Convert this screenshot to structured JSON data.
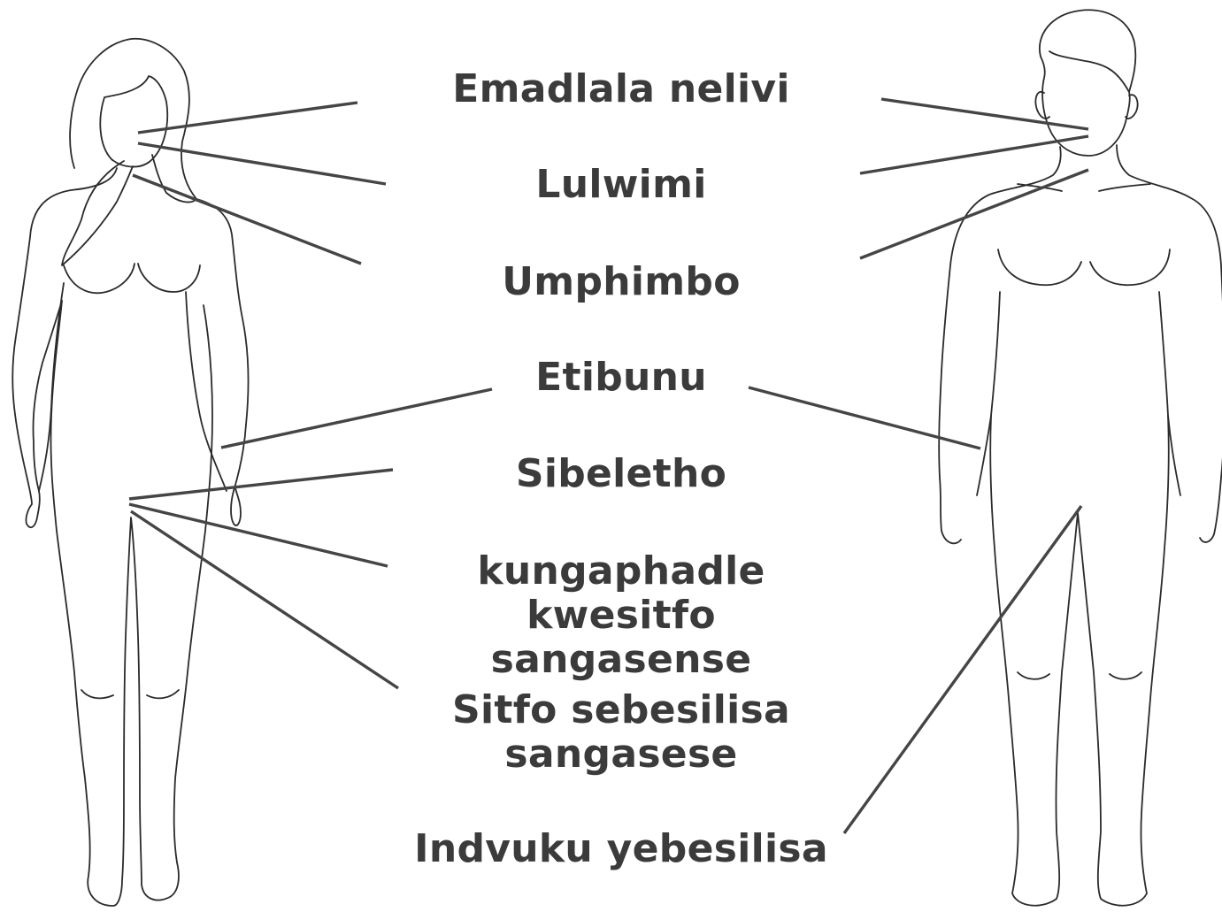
{
  "labels": {
    "cheeks": "Emadlala nelivi",
    "tongue": "Lulwimi",
    "throat": "Umphimbo",
    "rectum": "Etibunu",
    "cervix": "Sibeletho",
    "vulva": "kungaphadle kwesitfo sangasense",
    "vagina": "Sitfo sebesilisa sangasese",
    "penis": "Indvuku yebesilisa"
  },
  "colors": {
    "label_text": "#3b3b3b",
    "leader_line": "#454545",
    "outline": "#2b2b2b",
    "background": "#ffffff"
  }
}
